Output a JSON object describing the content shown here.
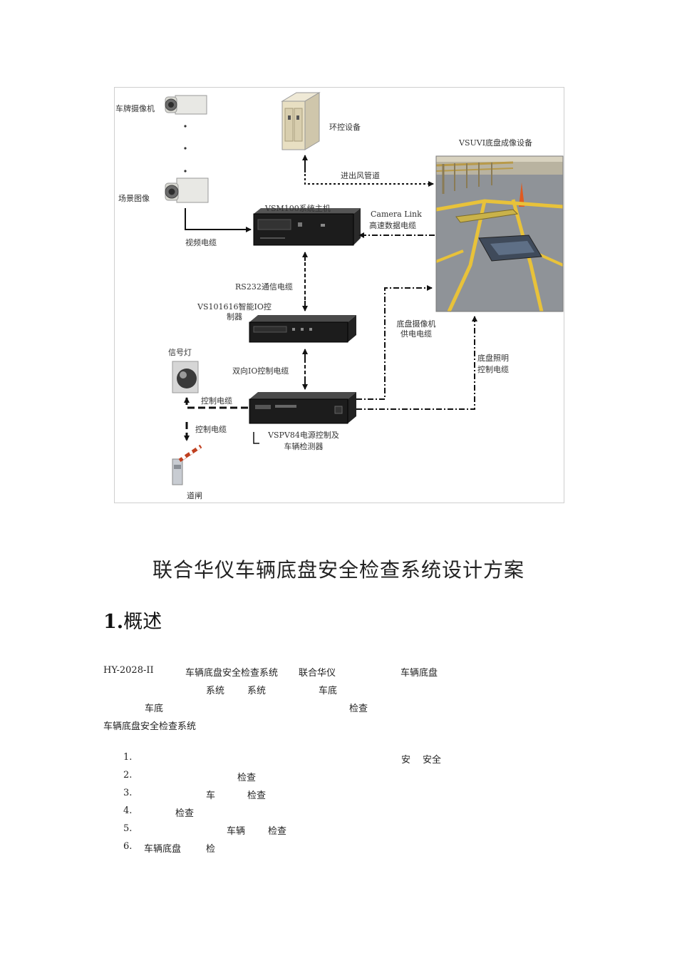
{
  "diagram": {
    "labels": {
      "plate_camera": "车牌摄像机",
      "env_control": "环控设备",
      "imaging_device": "VSUVI底盘成像设备",
      "duct": "进出风管道",
      "scene_image": "场景图像",
      "host": "VSM100系统主机",
      "camera_link_1": "Camera Link",
      "camera_link_2": "高速数据电缆",
      "video_cable": "视频电缆",
      "rs232": "RS232通信电缆",
      "io_ctrl_1": "VS101616智能IO控",
      "io_ctrl_2": "制器",
      "chassis_cam_power_1": "底盘摄像机",
      "chassis_cam_power_2": "供电电缆",
      "signal_light": "信号灯",
      "bidir_io": "双向IO控制电缆",
      "chassis_light_1": "底盘照明",
      "chassis_light_2": "控制电缆",
      "control_cable_1": "控制电缆",
      "control_cable_2": "控制电缆",
      "power_detector_1": "VSPV84电源控制及",
      "power_detector_2": "车辆检测器",
      "barrier": "道闸"
    }
  },
  "document": {
    "title": "联合华仪车辆底盘安全检查系统设计方案",
    "section": {
      "number": "1.",
      "title": "概述"
    },
    "para": {
      "l1a": "HY-2028-II",
      "l1b": "车辆底盘安全检查系统",
      "l1c": "联合华仪",
      "l1d": "车辆底盘",
      "l2a": "系统",
      "l2b": "系统",
      "l2c": "车底",
      "l3a": "车底",
      "l3b": "检查",
      "l4a": "车辆底盘安全检查系统"
    },
    "list": [
      {
        "num": "1.",
        "f1": "安",
        "f2": "安全"
      },
      {
        "num": "2.",
        "f1": "检查"
      },
      {
        "num": "3.",
        "f1": "车",
        "f2": "检查"
      },
      {
        "num": "4.",
        "f1": "检查"
      },
      {
        "num": "5.",
        "f1": "车辆",
        "f2": "检查"
      },
      {
        "num": "6.",
        "f1": "车辆底盘",
        "f2": "检"
      }
    ]
  }
}
